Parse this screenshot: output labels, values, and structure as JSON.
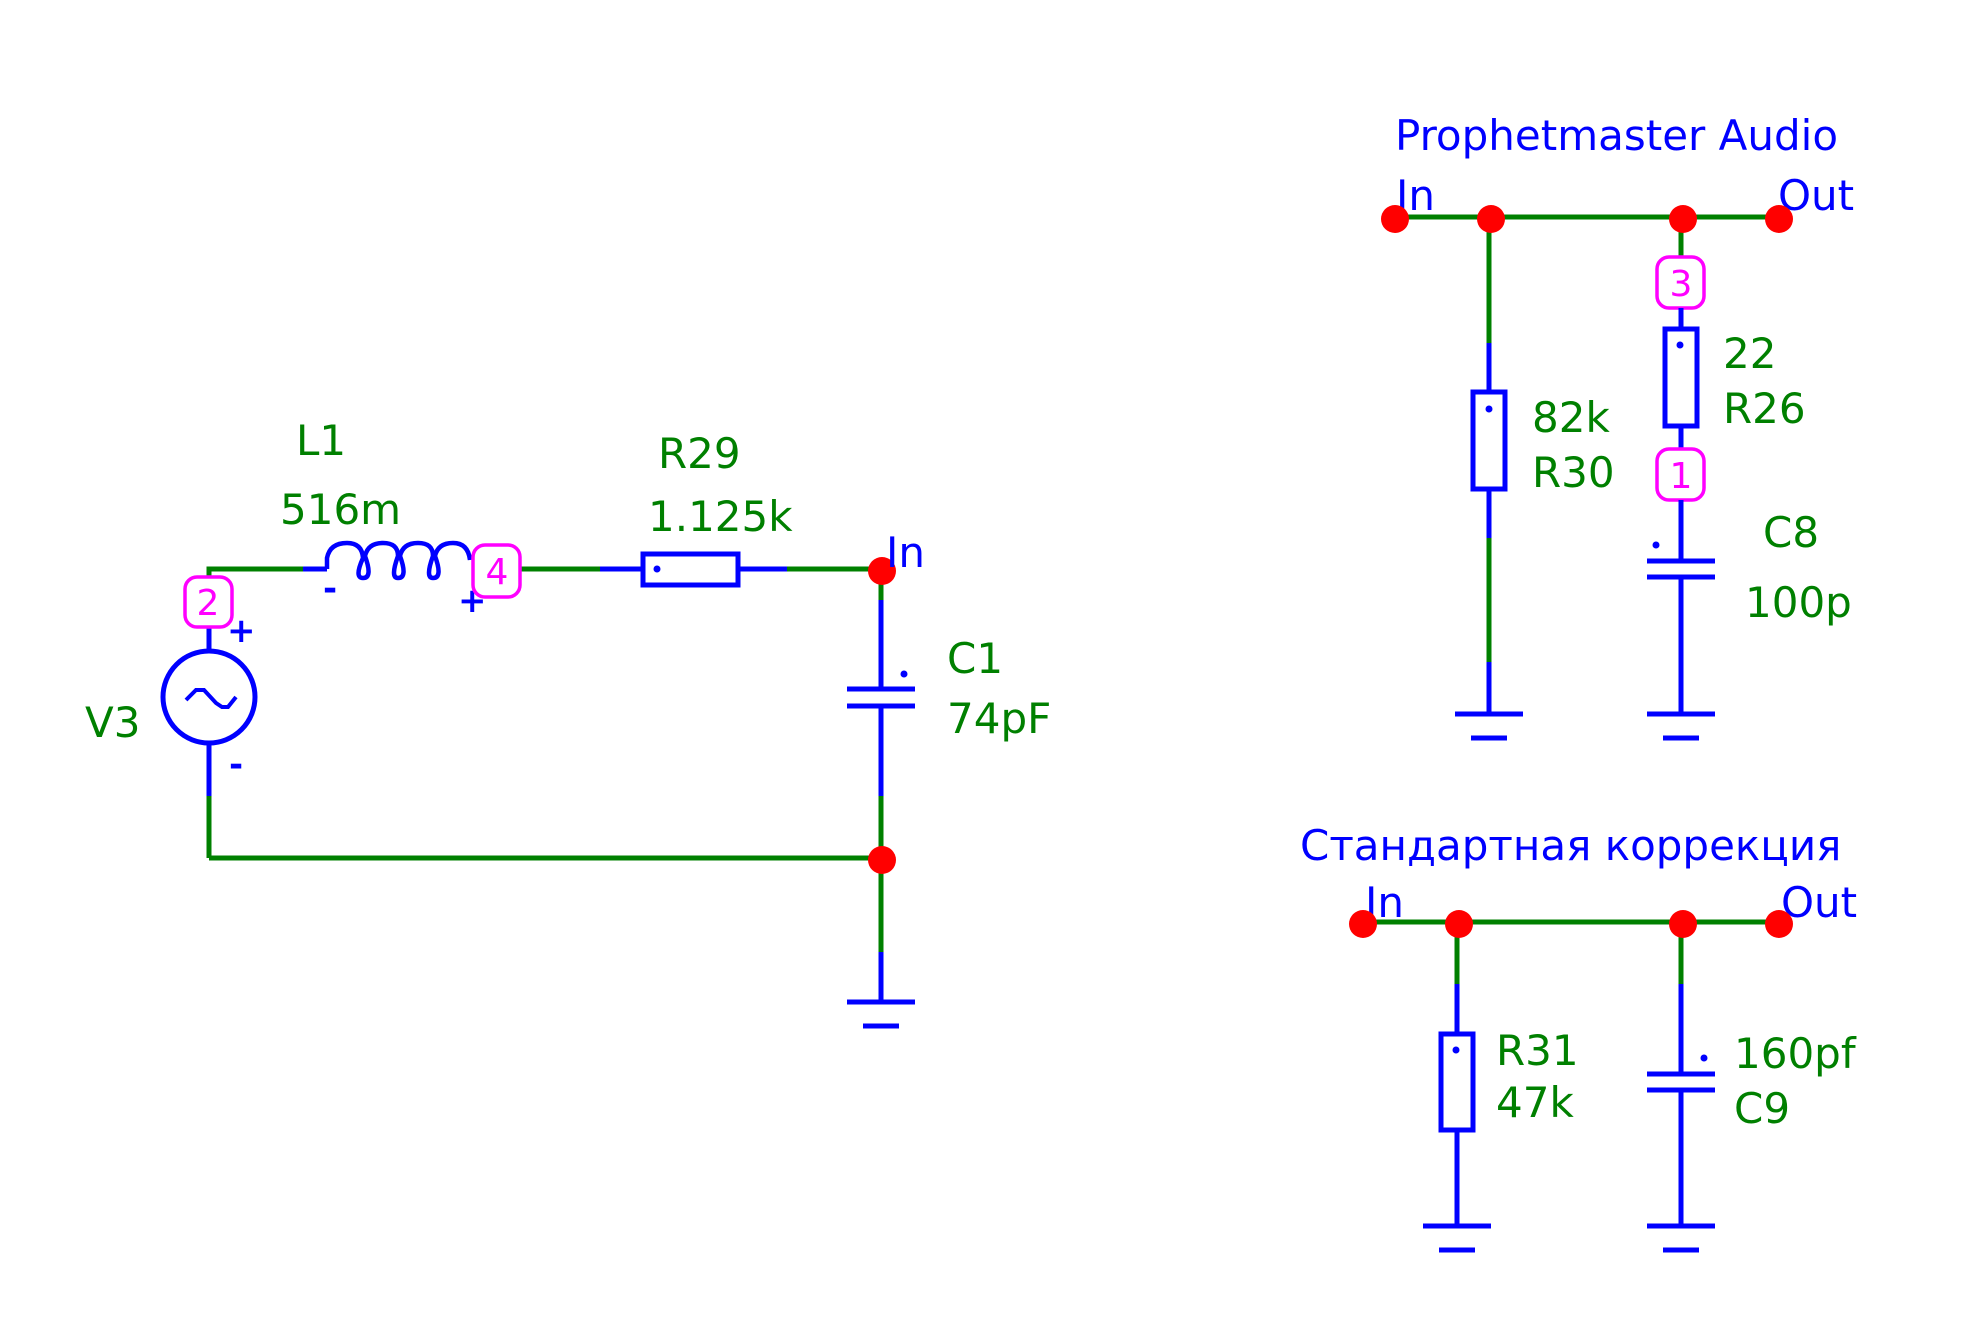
{
  "colors": {
    "wire": "#008000",
    "component": "#0000ff",
    "node": "#ff0000",
    "net_tag": "#ff00ff",
    "label": "#008000",
    "title": "#0000ff"
  },
  "left_circuit": {
    "source": {
      "name": "V3",
      "icon": "ac-source-icon",
      "plus": "+",
      "minus": "-"
    },
    "inductor": {
      "name": "L1",
      "value": "516m",
      "minus": "-",
      "plus": "+"
    },
    "resistor": {
      "name": "R29",
      "value": "1.125k"
    },
    "capacitor": {
      "name": "C1",
      "value": "74pF"
    },
    "port_in": "In",
    "net_tags": [
      "2",
      "4"
    ]
  },
  "prophetmaster": {
    "title": "Prophetmaster Audio",
    "port_in": "In",
    "port_out": "Out",
    "r30": {
      "name": "R30",
      "value": "82k"
    },
    "r26": {
      "name": "R26",
      "value": "22"
    },
    "c8": {
      "name": "C8",
      "value": "100p"
    },
    "net_tags": [
      "3",
      "1"
    ]
  },
  "standard": {
    "title": "Стандартная коррекция",
    "port_in": "In",
    "port_out": "Out",
    "r31": {
      "name": "R31",
      "value": "47k"
    },
    "c9": {
      "name": "C9",
      "value": "160pf"
    }
  }
}
